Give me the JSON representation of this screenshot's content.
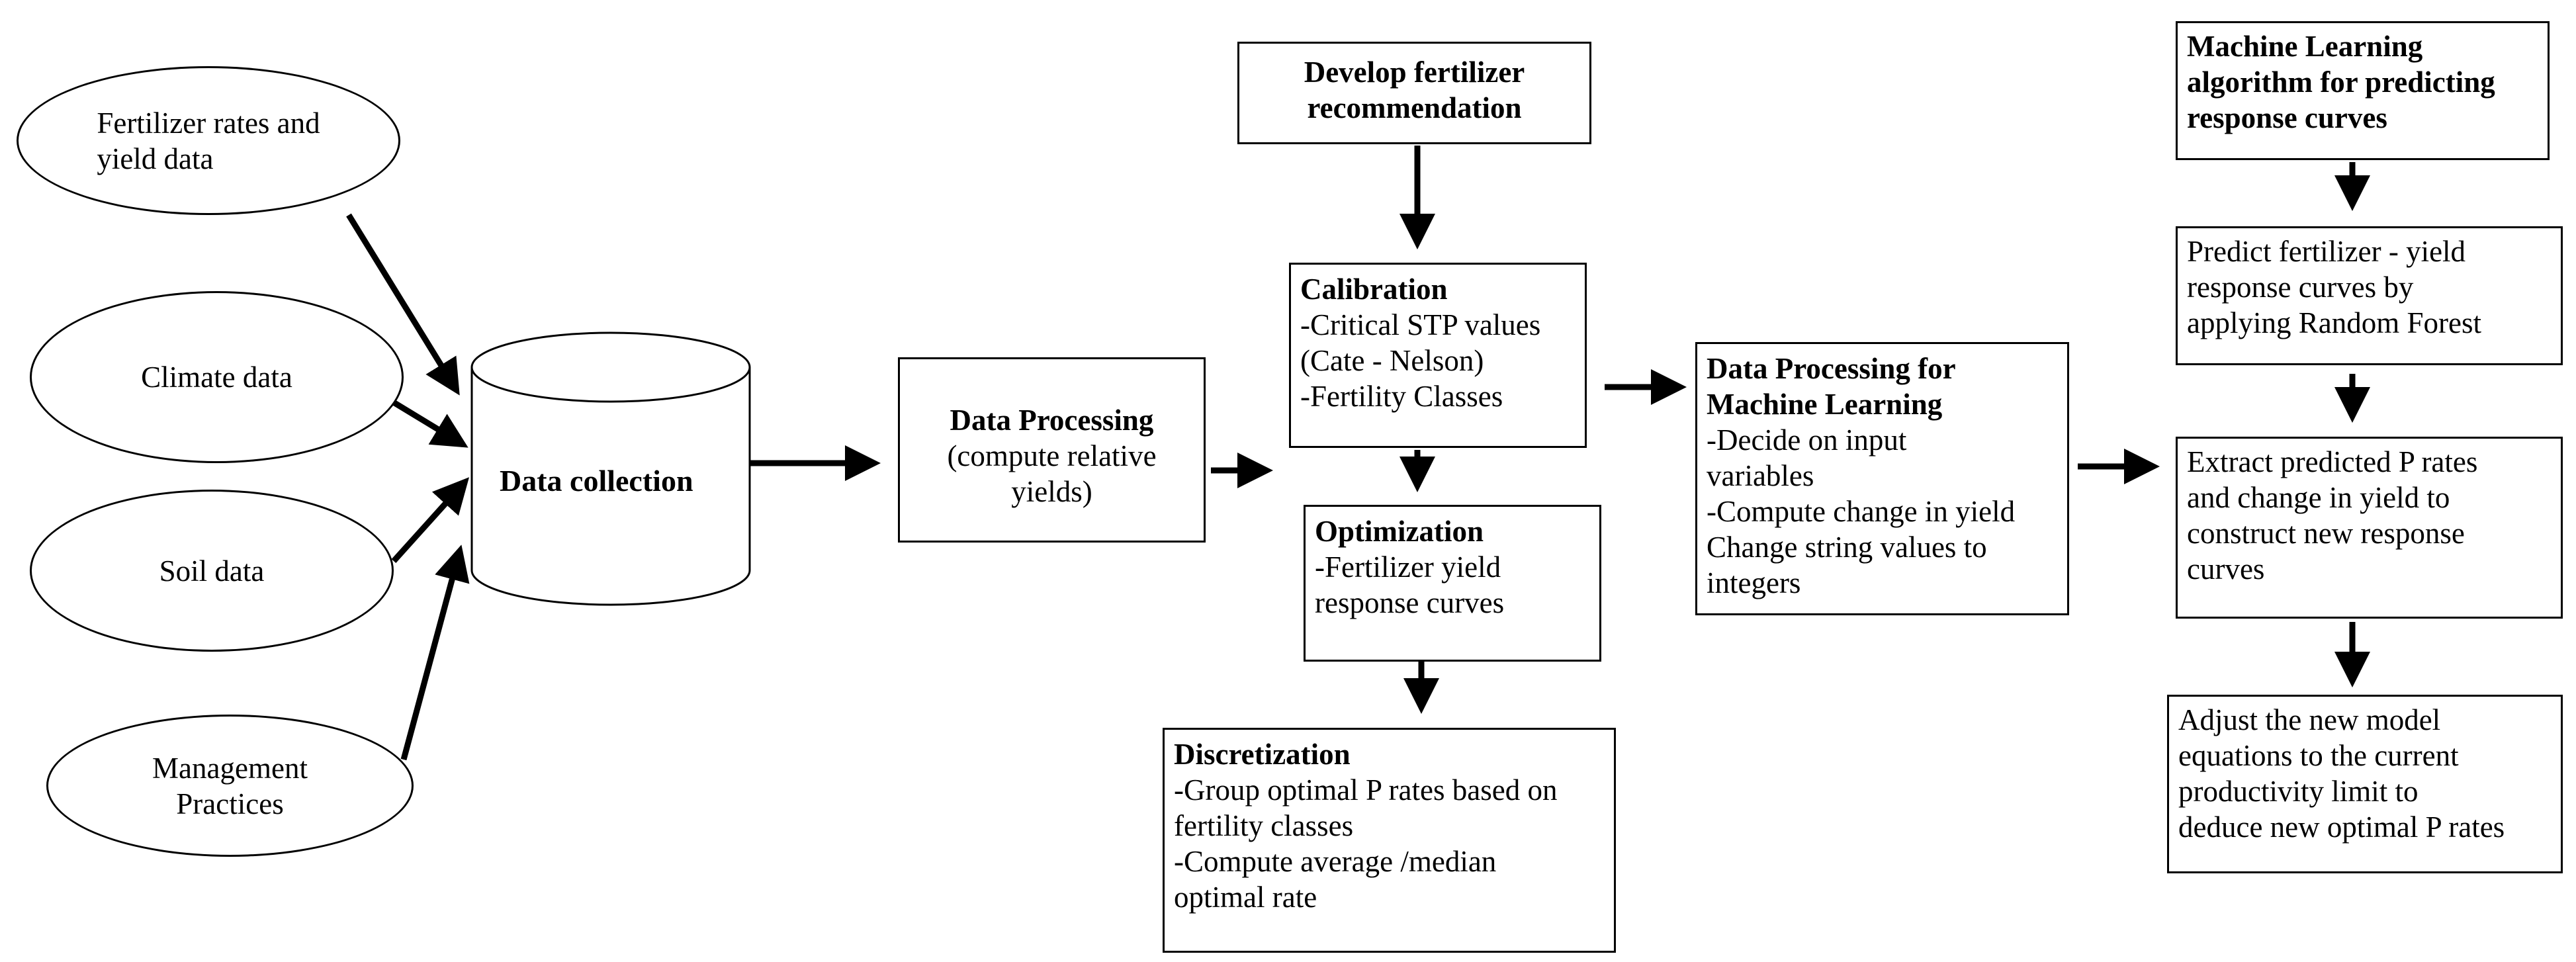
{
  "inputs": {
    "fertilizer": [
      "Fertilizer rates and",
      "yield data"
    ],
    "climate": [
      "Climate data"
    ],
    "soil": [
      "Soil data"
    ],
    "management": [
      "Management",
      "Practices"
    ]
  },
  "data_collection": "Data collection",
  "data_processing": {
    "title": "Data Processing",
    "lines": [
      "(compute relative",
      "yields)"
    ]
  },
  "develop_recommendation": [
    "Develop fertilizer",
    "recommendation"
  ],
  "calibration": {
    "title": "Calibration",
    "lines": [
      "-Critical STP values",
      "(Cate - Nelson)",
      "-Fertility Classes"
    ]
  },
  "optimization": {
    "title": "Optimization",
    "lines": [
      "-Fertilizer yield",
      "response curves"
    ]
  },
  "discretization": {
    "title": "Discretization",
    "lines": [
      "-Group optimal P rates based on",
      "fertility classes",
      "-Compute average /median",
      "optimal rate"
    ]
  },
  "ml_processing": {
    "title_lines": [
      "Data Processing for",
      "Machine Learning"
    ],
    "lines": [
      "-Decide on input",
      "variables",
      "-Compute change in yield",
      "Change string values to",
      "integers"
    ]
  },
  "ml_algorithm": [
    "Machine Learning",
    "algorithm for predicting",
    "response curves"
  ],
  "predict_curves": [
    "Predict fertilizer - yield",
    "response curves by",
    "applying Random Forest"
  ],
  "extract_rates": [
    "Extract predicted  P rates",
    "and change in yield to",
    "construct new response",
    "curves"
  ],
  "adjust_model": [
    "Adjust the new  model",
    "equations to the current",
    "productivity limit to",
    "deduce new optimal P rates"
  ]
}
